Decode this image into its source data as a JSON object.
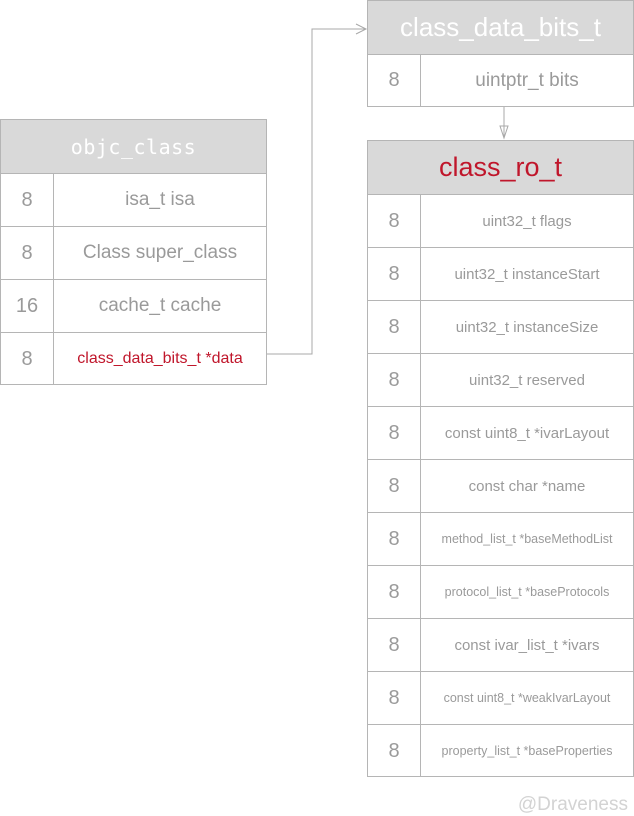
{
  "objc_class": {
    "title": "objc_class",
    "rows": [
      {
        "size": "8",
        "field": "isa_t isa"
      },
      {
        "size": "8",
        "field": "Class super_class"
      },
      {
        "size": "16",
        "field": "cache_t cache"
      },
      {
        "size": "8",
        "field": "class_data_bits_t *data"
      }
    ]
  },
  "class_data_bits_t": {
    "title": "class_data_bits_t",
    "rows": [
      {
        "size": "8",
        "field": "uintptr_t bits"
      }
    ]
  },
  "class_ro_t": {
    "title": "class_ro_t",
    "rows": [
      {
        "size": "8",
        "field": "uint32_t flags"
      },
      {
        "size": "8",
        "field": "uint32_t instanceStart"
      },
      {
        "size": "8",
        "field": "uint32_t instanceSize"
      },
      {
        "size": "8",
        "field": "uint32_t reserved"
      },
      {
        "size": "8",
        "field": "const uint8_t *ivarLayout"
      },
      {
        "size": "8",
        "field": "const char *name"
      },
      {
        "size": "8",
        "field": "method_list_t *baseMethodList"
      },
      {
        "size": "8",
        "field": "protocol_list_t *baseProtocols"
      },
      {
        "size": "8",
        "field": "const ivar_list_t *ivars"
      },
      {
        "size": "8",
        "field": "const uint8_t *weakIvarLayout"
      },
      {
        "size": "8",
        "field": "property_list_t *baseProperties"
      }
    ]
  },
  "colors": {
    "highlight": "#c0162b",
    "header_bg": "#d9d9d9",
    "border": "#b5b5b5",
    "text": "#9a9a9a"
  },
  "watermark": "@Draveness"
}
